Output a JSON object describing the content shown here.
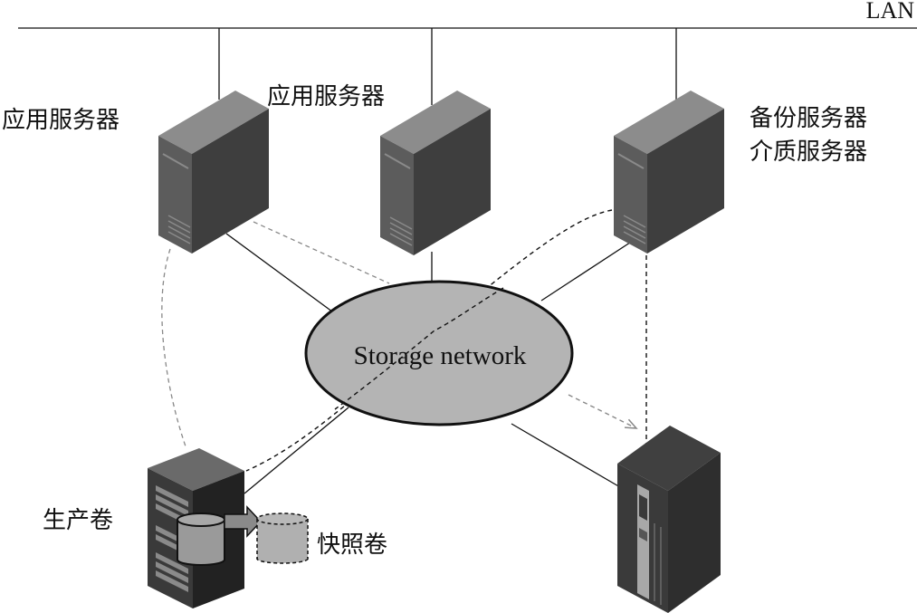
{
  "diagram": {
    "lan_label": "LAN",
    "storage_network_label": "Storage network",
    "app_server_1_label": "应用服务器",
    "app_server_2_label": "应用服务器",
    "backup_server_label_line1": "备份服务器",
    "backup_server_label_line2": "介质服务器",
    "production_volume_label": "生产卷",
    "snapshot_volume_label": "快照卷",
    "colors": {
      "line": "#111111",
      "ellipse_fill": "#b4b4b4",
      "server_top": "#8c8c8c",
      "server_front": "#5a5a5a",
      "server_side": "#3c3c3c",
      "dashed_gray": "#888888",
      "cylinder_fill": "#9a9a9a",
      "snapshot_fill": "#b0b0b0"
    }
  }
}
